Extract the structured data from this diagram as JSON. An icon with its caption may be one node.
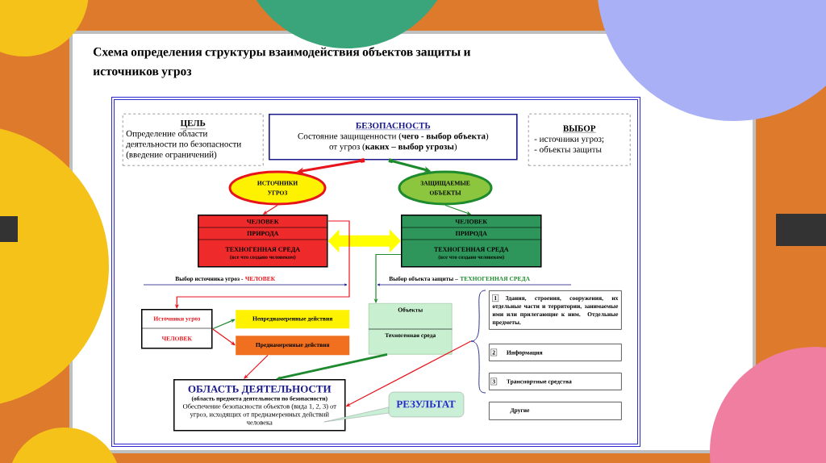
{
  "diagram": {
    "title": "Схема определения структуры взаимодействия объектов защиты и источников угроз",
    "nodes": [
      {
        "text": [
          "ЦЕЛЬ",
          "Определение области деятельности по безопасности (введение ограничений)"
        ]
      },
      {
        "text": [
          "БЕЗОПАСНОСТЬ",
          "Состояние защищенности (**чего - выбор объекта**) от угроз (**каких – выбор угрозы**)"
        ]
      },
      {
        "text": [
          "ВЫБОР",
          "- источники угроз;",
          "- объекты защиты"
        ]
      },
      {
        "text": [
          "ИСТОЧНИКИ УГРОЗ"
        ]
      },
      {
        "text": [
          "ЗАЩИЩАЕМЫЕ ОБЪЕКТЫ"
        ]
      },
      {
        "text": [
          "ЧЕЛОВЕК",
          "ПРИРОДА",
          "ТЕХНОГЕННАЯ СРЕДА",
          "(все что создано человеком)"
        ]
      },
      {
        "text": [
          "ЧЕЛОВЕК",
          "ПРИРОДА",
          "ТЕХНОГЕННАЯ СРЕДА",
          "(все что создано человеком)"
        ]
      },
      {
        "text": [
          "Источники угроз",
          "ЧЕЛОВЕК"
        ]
      },
      {
        "text": [
          "Непреднамеренные действия"
        ]
      },
      {
        "text": [
          "Преднамеренные действия"
        ]
      },
      {
        "text": [
          "Объекты",
          "Техногенная среда"
        ]
      },
      {
        "text": [
          "1",
          "Здания, строения, сооружения, их отдельные части и территории, занимаемые ими или прилегающие к ним. Отдельные предметы."
        ]
      },
      {
        "text": [
          "2",
          "Информация"
        ]
      },
      {
        "text": [
          "3",
          "Транспортные средства"
        ]
      },
      {
        "text": [
          "Другие"
        ]
      },
      {
        "text": [
          "ОБЛАСТЬ ДЕЯТЕЛЬНОСТИ",
          "(область предмета деятельности по безопасности)",
          "Обеспечение безопасности объектов (вида 1, 2, 3) от угроз, исходящих от преднамеренных действий человека"
        ]
      },
      {
        "text": [
          "РЕЗУЛЬТАТ"
        ]
      },
      {
        "text": [],
        "shape": "brace"
      }
    ],
    "edges": [
      {
        "from": 1,
        "to": 3,
        "arrow": "to",
        "style": "thick",
        "color": "#e8141c"
      },
      {
        "from": 1,
        "to": 4,
        "arrow": "to",
        "style": "thick",
        "color": "#1e8a2e"
      },
      {
        "from": 3,
        "to": 5,
        "arrow": "to",
        "color": "#e8141c"
      },
      {
        "from": 4,
        "to": 6,
        "arrow": "to",
        "color": "#1e8a2e"
      },
      {
        "from": 5,
        "to": 6,
        "arrow": "both",
        "style": "thick",
        "color": "#ffff00"
      },
      {
        "from": 5,
        "to": 7,
        "arrow": "to",
        "color": "#e8141c"
      },
      {
        "from": 6,
        "to": 10,
        "arrow": "to",
        "color": "#1e8a2e"
      },
      {
        "from": 7,
        "to": 8,
        "arrow": "to",
        "color": "#1e8a2e"
      },
      {
        "from": 7,
        "to": 9,
        "arrow": "to",
        "color": "#e8141c"
      },
      {
        "from": 9,
        "to": 15,
        "arrow": "to",
        "color": "#e8141c"
      },
      {
        "from": 10,
        "to": 15,
        "arrow": "to",
        "style": "thick",
        "color": "#1e8a2e"
      },
      {
        "from": 17,
        "to": 15,
        "arrow": "to",
        "color": "#e8141c"
      }
    ],
    "labels": [
      "Выбор источника угроз -",
      "ЧЕЛОВЕК",
      "Выбор объекта защиты –",
      "ТЕХНОГЕННАЯ СРЕДА"
    ]
  }
}
